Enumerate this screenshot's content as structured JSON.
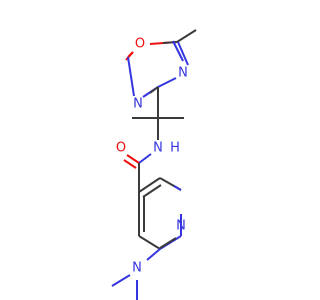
{
  "colors": {
    "carbon_bond": "#3b3b3b",
    "nitrogen": "#3535e0",
    "oxygen": "#ee1010",
    "background": "#ffffff"
  },
  "atoms": {
    "oxadiazole_o": "O",
    "oxadiazole_n2": "N",
    "oxadiazole_n4": "N",
    "amide_n": "N",
    "amide_h": "H",
    "carbonyl_o": "O",
    "pyridine_n": "N",
    "dimethylamino_n": "N"
  }
}
